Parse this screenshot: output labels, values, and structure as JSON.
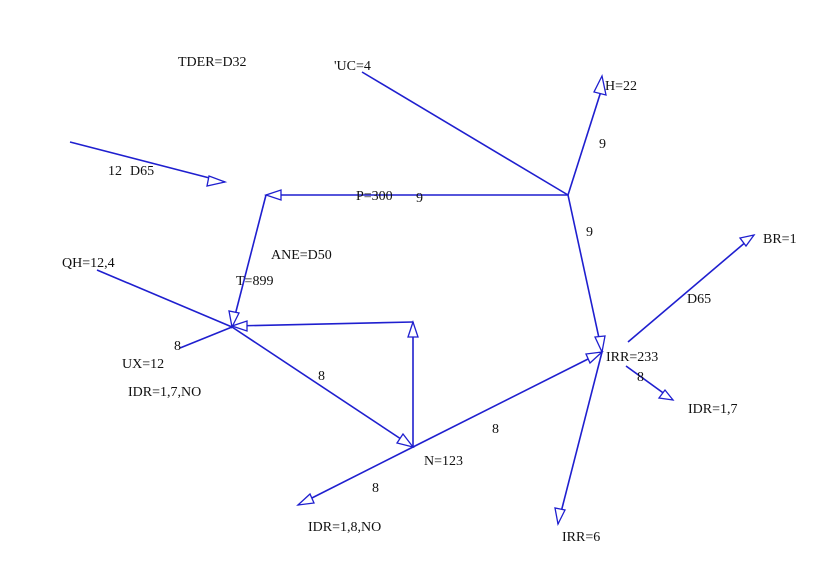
{
  "diagram": {
    "line_color": "#1f1fcf",
    "text_color": "#111111",
    "background": "#ffffff",
    "labels": {
      "tder": "TDER=D32",
      "uc": "'UC=4",
      "h": "H=22",
      "twelve": "12",
      "d65_left": "D65",
      "p": "P=300",
      "nine_p": "9",
      "nine_top": "9",
      "nine_mid": "9",
      "ane": "ANE=D50",
      "t": "T=899",
      "qh": "QH=12,4",
      "ux": "UX=12",
      "eight_ux": "8",
      "idr_left": "IDR=1,7,NO",
      "eight_diag": "8",
      "n": "N=123",
      "eight_mid": "8",
      "eight_low": "8",
      "idr_bottom": "IDR=1,8,NO",
      "br": "BR=1",
      "d65_right": "D65",
      "irr233": "IRR=233",
      "eight_right": "8",
      "idr_right": "IDR=1,7",
      "irr6": "IRR=6"
    }
  }
}
